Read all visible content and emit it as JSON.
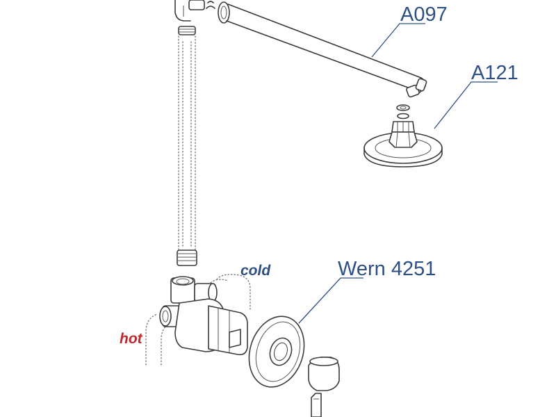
{
  "labels": {
    "shower_arm": "A097",
    "shower_head": "A121",
    "mixer": "Wern 4251",
    "cold": "cold",
    "hot": "hot"
  },
  "colors": {
    "part_label": "#2d4f86",
    "cold_label": "#2d4f86",
    "hot_label": "#c0282d",
    "outline": "#3a3a3a"
  }
}
